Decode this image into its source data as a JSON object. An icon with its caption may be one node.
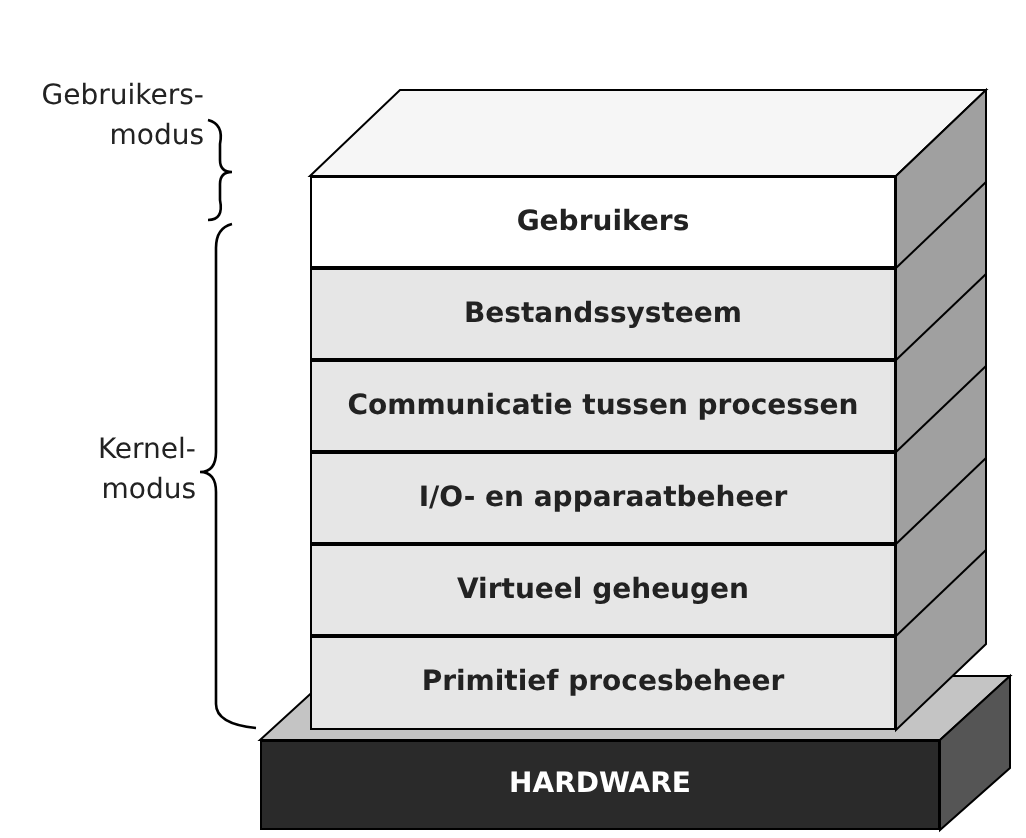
{
  "diagram": {
    "nodes": [
      {
        "text": [
          "Gebruikers"
        ]
      },
      {
        "text": [
          "Bestandssysteem"
        ]
      },
      {
        "text": [
          "Communicatie tussen processen"
        ]
      },
      {
        "text": [
          "I/O- en apparaatbeheer"
        ]
      },
      {
        "text": [
          "Virtueel geheugen"
        ]
      },
      {
        "text": [
          "Primitief procesbeheer"
        ]
      },
      {
        "text": [
          "HARDWARE"
        ]
      }
    ],
    "edges": [],
    "labels": [
      "Gebruikers- modus",
      "Kernel- modus"
    ]
  }
}
